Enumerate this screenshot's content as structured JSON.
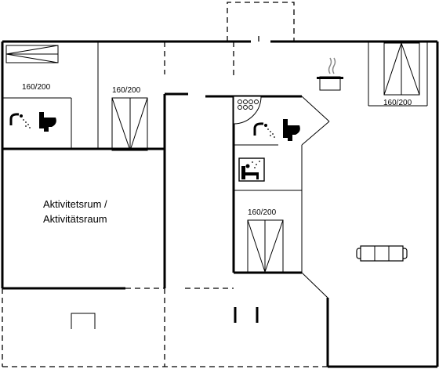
{
  "room_labels": {
    "activity_room_line1": "Aktivitetsrum /",
    "activity_room_line2": "Aktivitätsraum"
  },
  "bed_labels": {
    "bed_top_left": "160/200",
    "bed_second": "160/200",
    "bed_top_right": "160/200",
    "bed_center": "160/200"
  },
  "icons": [
    "shower-icon",
    "toilet-icon",
    "stove-icon",
    "sauna-icon",
    "sofa-icon",
    "whirlpool-icon",
    "bed-icon"
  ]
}
